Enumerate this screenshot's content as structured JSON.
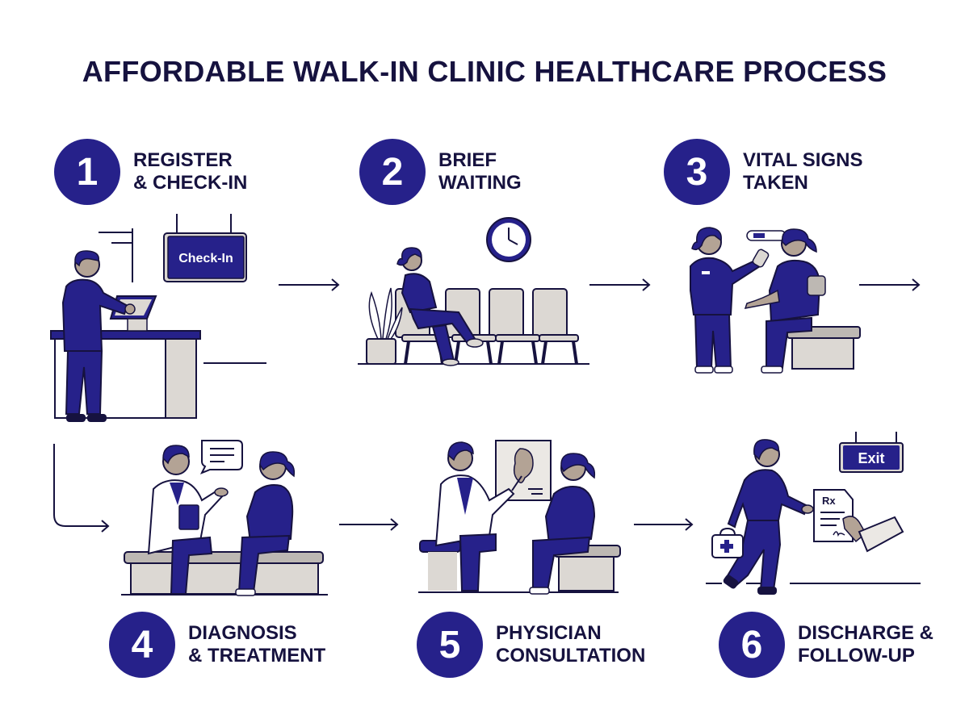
{
  "title": "AFFORDABLE WALK-IN CLINIC HEALTHCARE PROCESS",
  "colors": {
    "primary": "#26218a",
    "text": "#16123f",
    "neutral": "#dcd8d3",
    "skin": "#b3a395",
    "white": "#ffffff"
  },
  "steps": [
    {
      "number": "1",
      "line1": "REGISTER",
      "line2": "& CHECK-IN",
      "sign": "Check-In"
    },
    {
      "number": "2",
      "line1": "BRIEF",
      "line2": "WAITING"
    },
    {
      "number": "3",
      "line1": "VITAL SIGNS",
      "line2": "TAKEN"
    },
    {
      "number": "4",
      "line1": "DIAGNOSIS",
      "line2": "& TREATMENT"
    },
    {
      "number": "5",
      "line1": "PHYSICIAN",
      "line2": "CONSULTATION"
    },
    {
      "number": "6",
      "line1": "DISCHARGE &",
      "line2": "FOLLOW-UP",
      "sign": "Exit",
      "rx": "Rx"
    }
  ],
  "flow": [
    "1 → 2",
    "2 → 3",
    "3 → 4",
    "4 → 5",
    "5 → 6"
  ]
}
